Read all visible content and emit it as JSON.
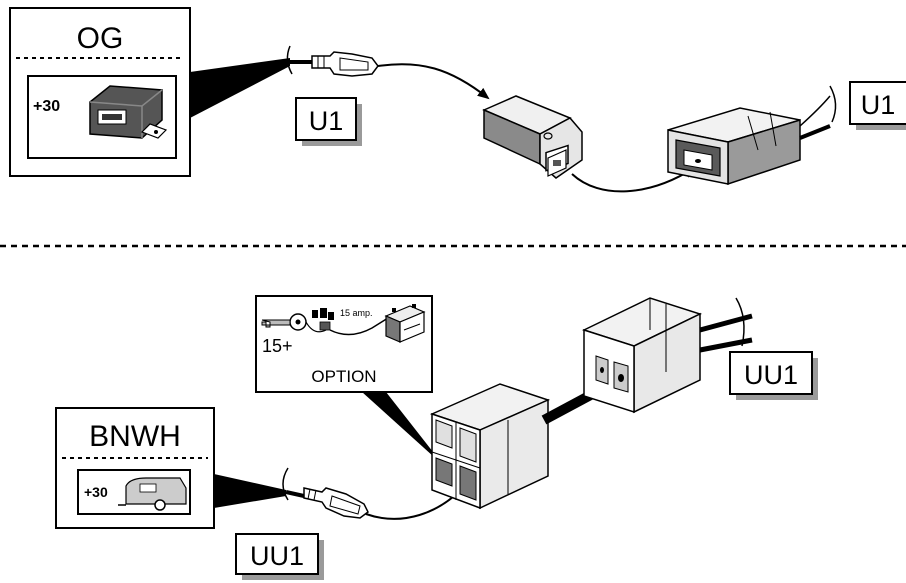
{
  "top": {
    "box_title": "OG",
    "box_voltage": "+30",
    "terminal_label": "U1",
    "connector_label": "U1"
  },
  "bottom": {
    "box_title": "BNWH",
    "box_voltage": "+30",
    "terminal_label": "UU1",
    "connector_label": "UU1",
    "option": {
      "amp_label": "15 amp.",
      "ignition_label": "15+",
      "option_label": "OPTION"
    }
  },
  "colors": {
    "line": "#000000",
    "shadow": "#9a9a9a",
    "connector_fill": "#e8e8e8",
    "module_fill": "#555555"
  }
}
